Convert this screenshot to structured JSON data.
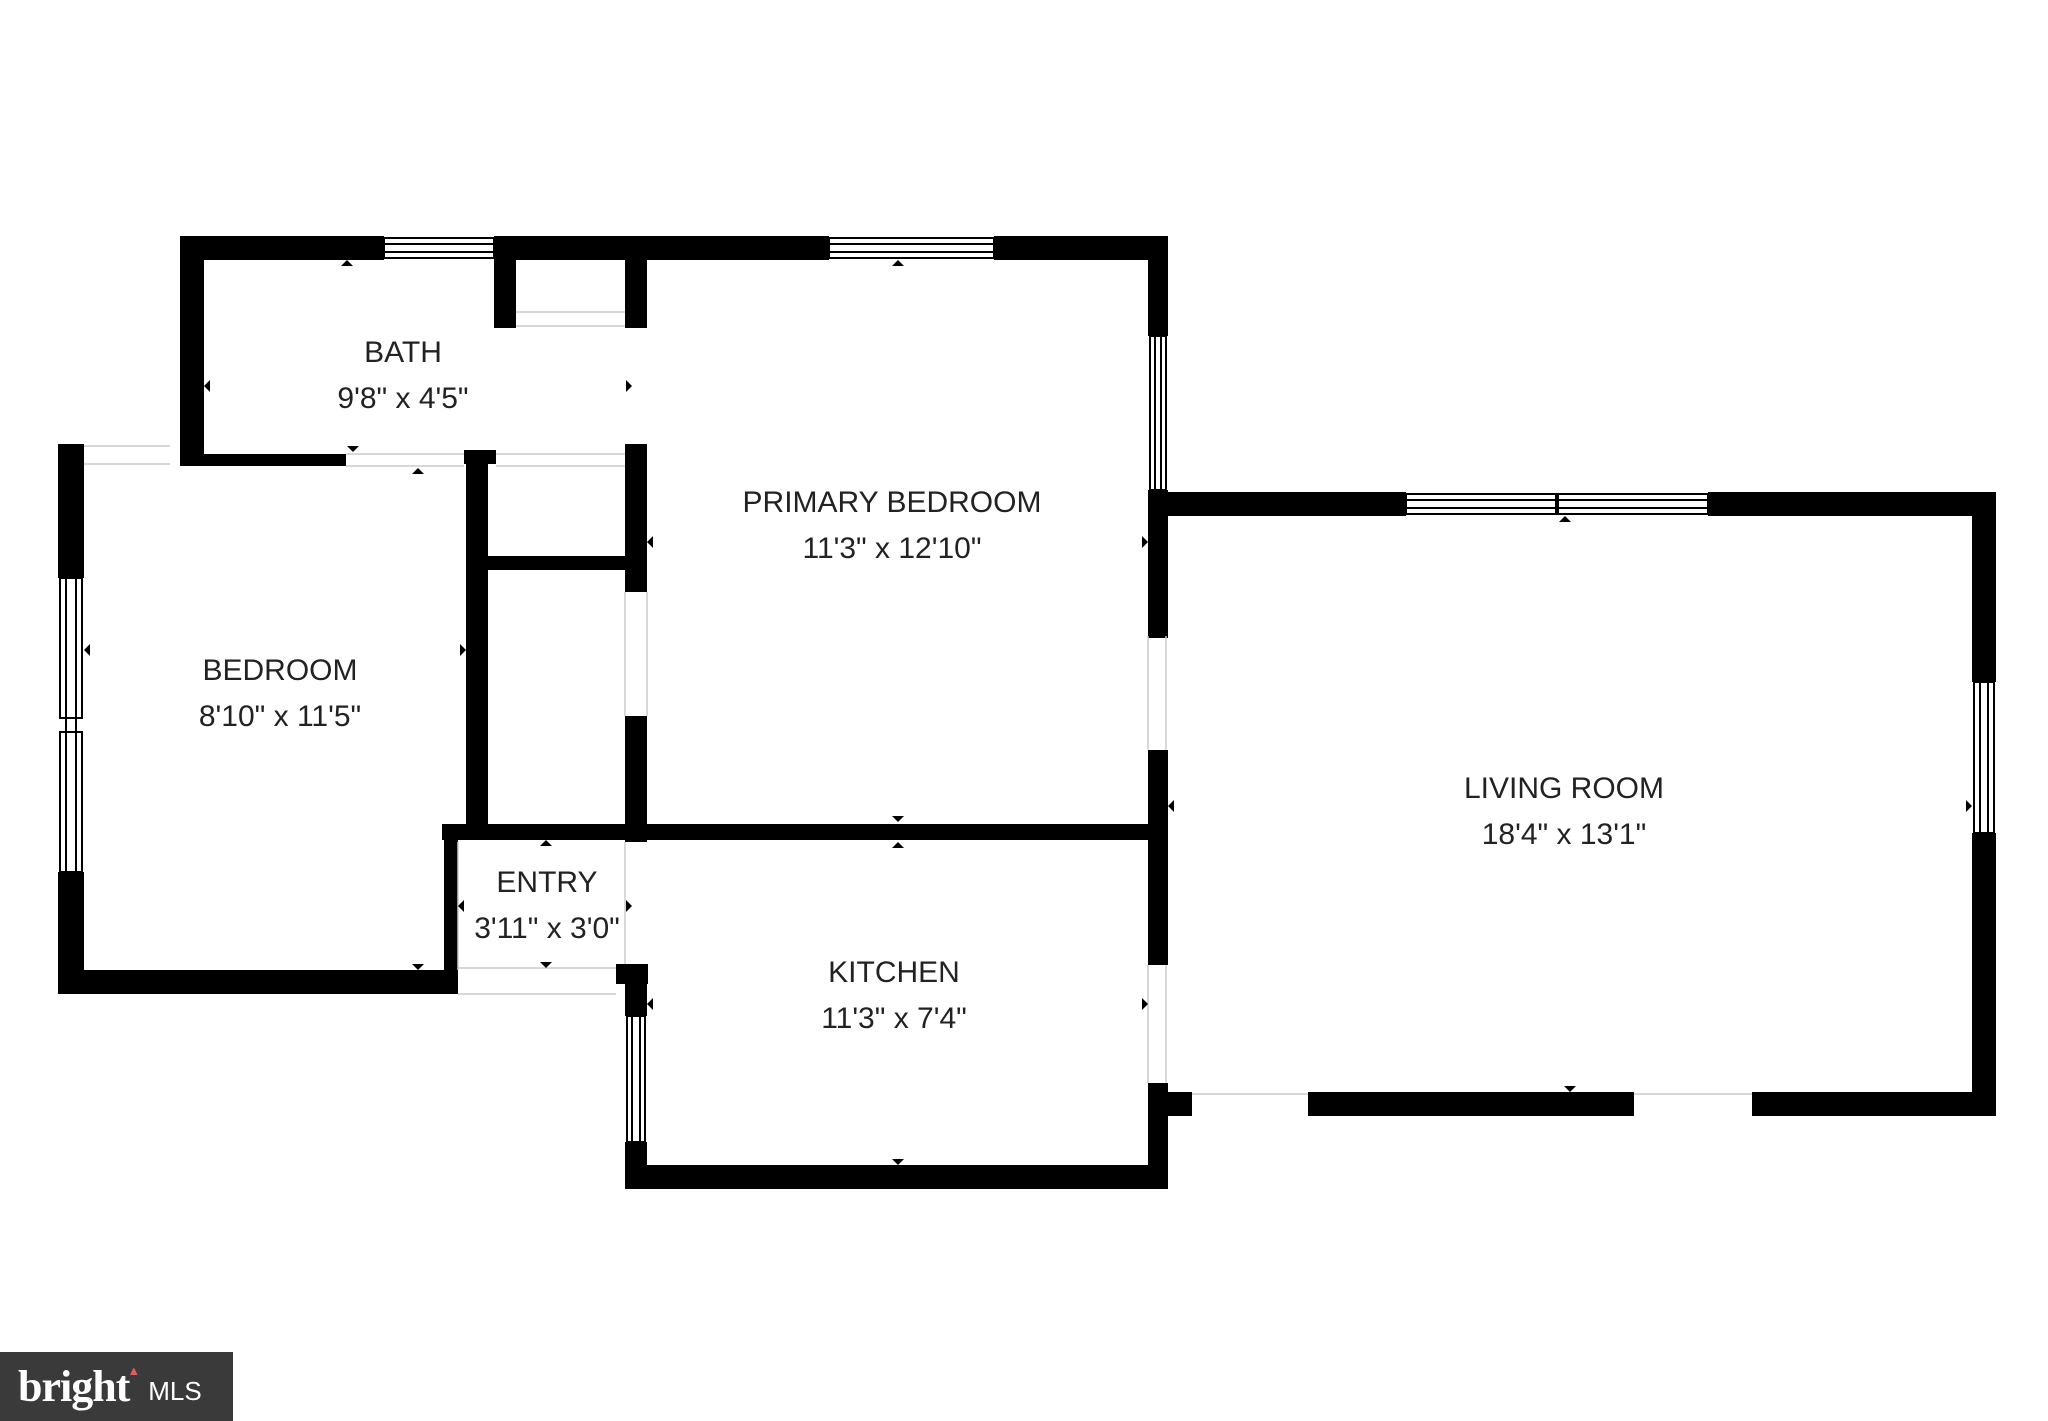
{
  "colors": {
    "wall": "#000000",
    "text": "#222222",
    "logo_bg": "#3a3a3a"
  },
  "rooms": {
    "bath": {
      "name": "BATH",
      "dimensions": "9'8\" x 4'5\""
    },
    "primary_bedroom": {
      "name": "PRIMARY BEDROOM",
      "dimensions": "11'3\" x 12'10\""
    },
    "bedroom": {
      "name": "BEDROOM",
      "dimensions": "8'10\" x 11'5\""
    },
    "living_room": {
      "name": "LIVING ROOM",
      "dimensions": "18'4\" x 13'1\""
    },
    "entry": {
      "name": "ENTRY",
      "dimensions": "3'11\" x 3'0\""
    },
    "kitchen": {
      "name": "KITCHEN",
      "dimensions": "11'3\" x 7'4\""
    }
  },
  "logo": {
    "brand": "bright",
    "suffix": "MLS",
    "mark_icon": "roof-mark-icon"
  }
}
